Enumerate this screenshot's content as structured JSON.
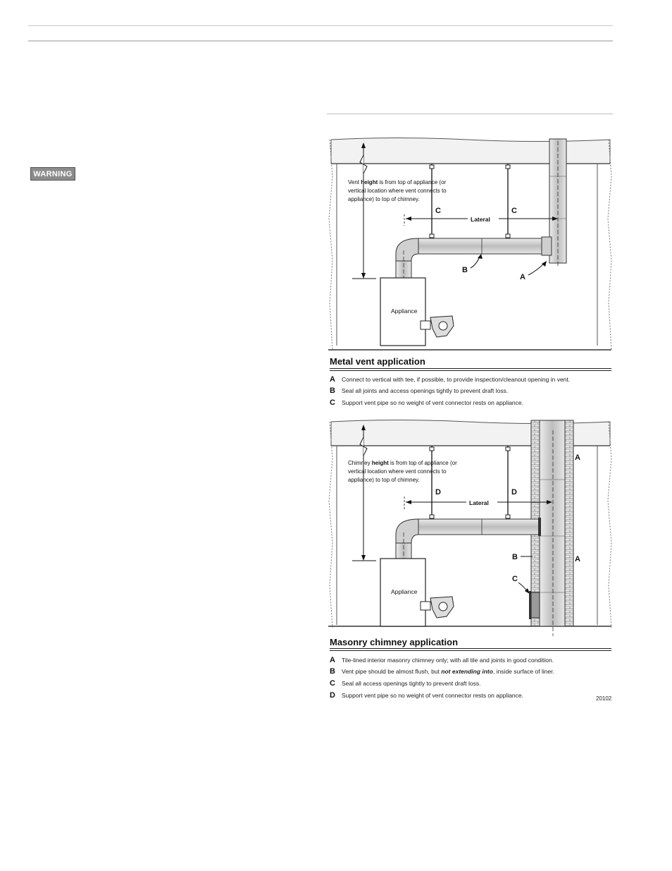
{
  "warning_label": "WARNING",
  "figure1": {
    "height_note": [
      "Vent ",
      "height",
      " is from top of appliance (or",
      "vertical location where vent connects to",
      "appliance) to top of chimney."
    ],
    "lateral_label": "Lateral",
    "appliance_label": "Appliance",
    "callouts": {
      "a": "A",
      "b": "B",
      "c": "C"
    },
    "title": "Metal vent application",
    "notes": [
      {
        "letter": "A",
        "text": "Connect to vertical with tee, if possible, to provide inspection/cleanout opening in vent."
      },
      {
        "letter": "B",
        "text": "Seal all joints and access openings tightly to prevent draft loss."
      },
      {
        "letter": "C",
        "text": "Support vent pipe so no weight of vent connector rests on appliance."
      }
    ]
  },
  "figure2": {
    "height_note": [
      "Chimney ",
      "height",
      " is from top of appliance (or",
      "vertical location where vent connects to",
      "appliance) to top of chimney."
    ],
    "lateral_label": "Lateral",
    "appliance_label": "Appliance",
    "callouts": {
      "a": "A",
      "b": "B",
      "c": "C",
      "d": "D"
    },
    "title": "Masonry chimney application",
    "notes": [
      {
        "letter": "A",
        "text": "Tile-lined interior masonry chimney only; with all tile and joints in good condition."
      },
      {
        "letter": "B",
        "text_before": "Vent pipe should be almost flush, but ",
        "text_emph": "not extending into",
        "text_after": ", inside surface of liner."
      },
      {
        "letter": "C",
        "text": "Seal all access openings tightly to prevent draft loss."
      },
      {
        "letter": "D",
        "text": "Support vent pipe so no weight of vent connector rests on appliance."
      }
    ],
    "figure_id": "20102"
  }
}
